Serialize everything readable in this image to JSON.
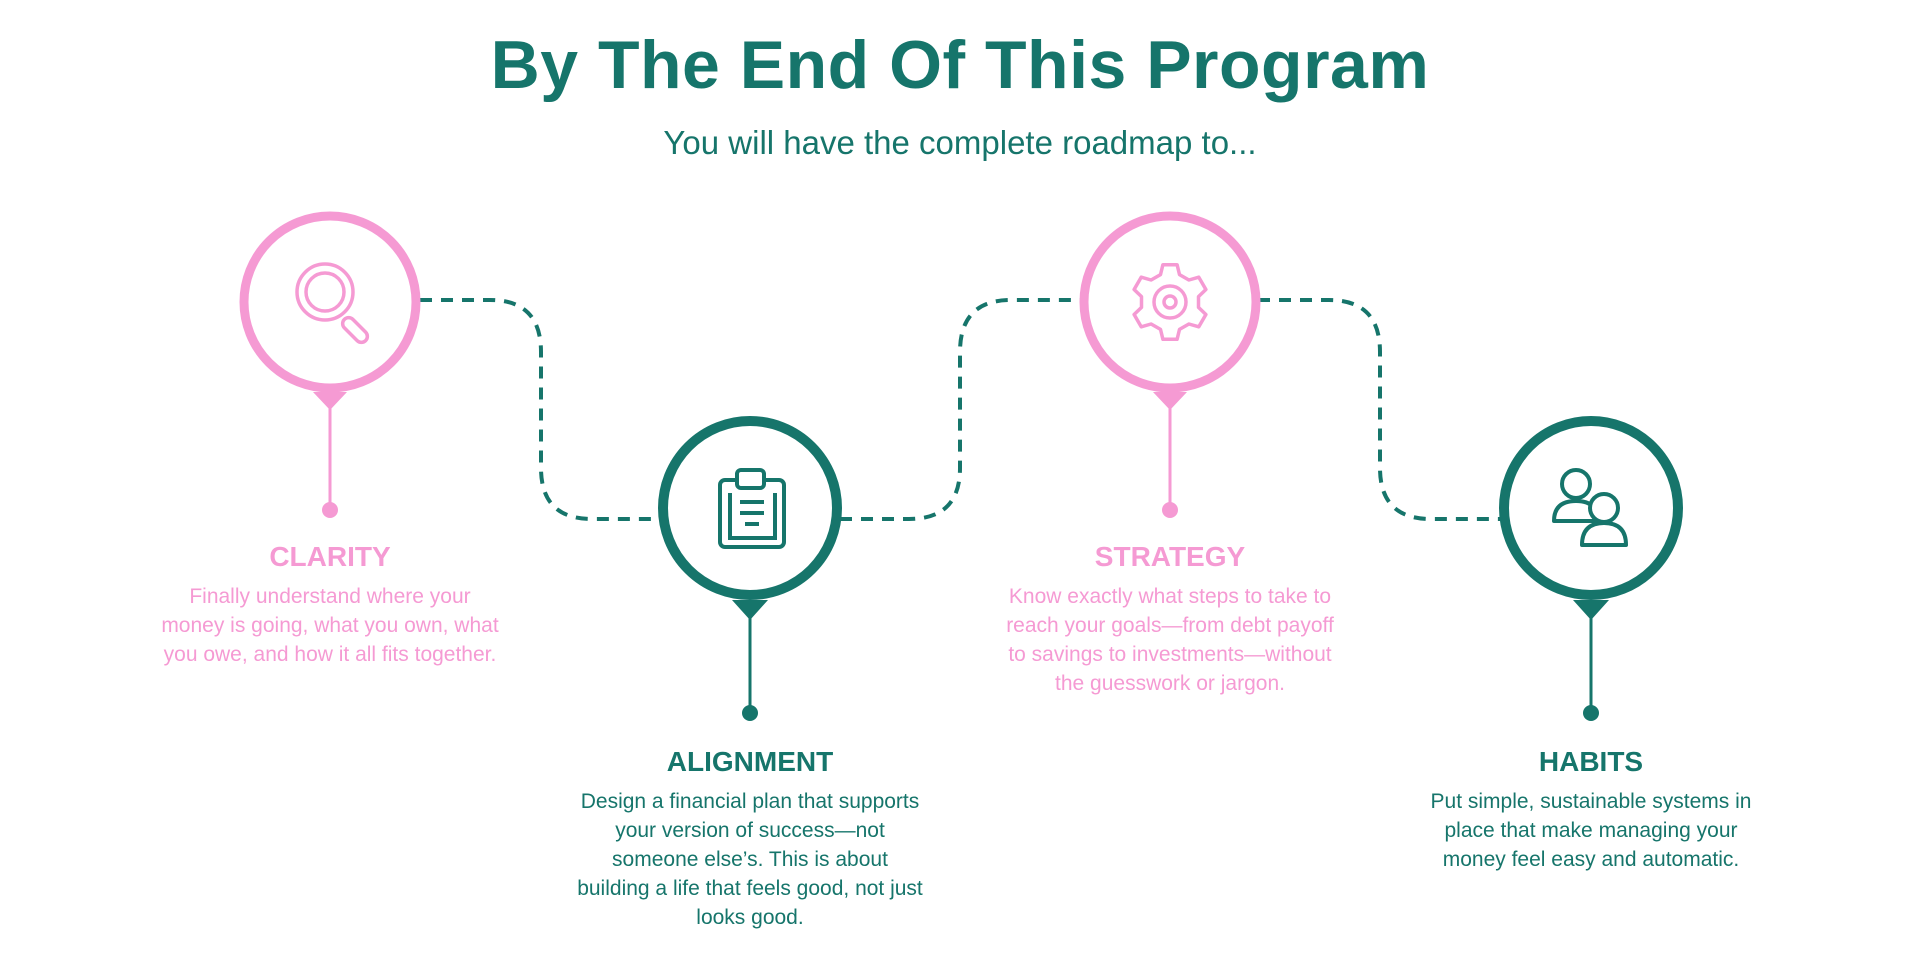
{
  "header": {
    "title": "By The End Of This Program",
    "subtitle": "You will have the complete roadmap to..."
  },
  "colors": {
    "pink": "#F59AD3",
    "teal": "#16756B"
  },
  "steps": [
    {
      "heading": "CLARITY",
      "icon": "magnifying-glass-icon",
      "color": "pink",
      "body": "Finally understand where your money is going, what you own, what you owe, and how it all fits together."
    },
    {
      "heading": "ALIGNMENT",
      "icon": "clipboard-icon",
      "color": "teal",
      "body": "Design a financial plan that supports your version of success—not someone else’s. This is about building a life that feels good, not just looks good."
    },
    {
      "heading": "STRATEGY",
      "icon": "gear-icon",
      "color": "pink",
      "body": "Know exactly what steps to take to reach your goals—from debt payoff to savings to investments—without the guesswork or jargon."
    },
    {
      "heading": "HABITS",
      "icon": "users-icon",
      "color": "teal",
      "body": "Put simple, sustainable systems in place that make managing your money feel easy and automatic."
    }
  ]
}
